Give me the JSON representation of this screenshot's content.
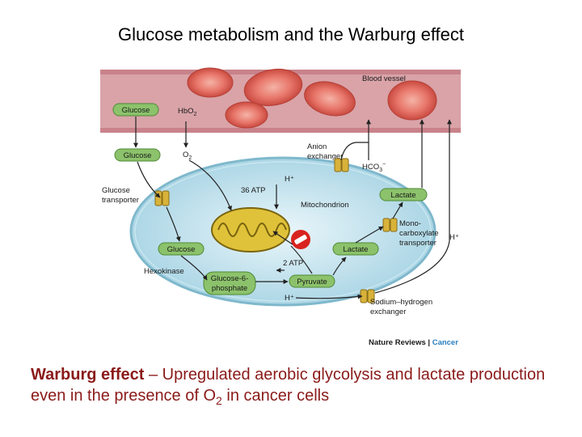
{
  "title": "Glucose metabolism and the Warburg effect",
  "figure": {
    "labels": {
      "blood_vessel": "Blood vessel",
      "glucose_blood": "Glucose",
      "hbo2": "HbO",
      "hbo2_sub": "2",
      "glucose_membrane": "Glucose",
      "o2": "O",
      "o2_sub": "2",
      "anion_exchanger_1": "Anion",
      "anion_exchanger_2": "exchanger",
      "hco3": "HCO",
      "hco3_sub": "3",
      "hco3_sup": "−",
      "h_plus_top": "H⁺",
      "atp36": "36 ATP",
      "mitochondrion": "Mitochondrion",
      "glucose_transporter_1": "Glucose",
      "glucose_transporter_2": "transporter",
      "lactate_outside": "Lactate",
      "mct_1": "Mono-",
      "mct_2": "carboxylate",
      "mct_3": "transporter",
      "h_plus_right": "H⁺",
      "glucose_cell": "Glucose",
      "lactate_cell": "Lactate",
      "hexokinase": "Hexokinase",
      "atp2": "2 ATP",
      "g6p_1": "Glucose-6-",
      "g6p_2": "phosphate",
      "pyruvate": "Pyruvate",
      "h_plus_bottom": "H⁺",
      "nhe_1": "Sodium–hydrogen",
      "nhe_2": "exchanger",
      "credit_1": "Nature Reviews",
      "credit_sep": " | ",
      "credit_2": "Cancer"
    },
    "colors": {
      "vessel": "#c9828a",
      "rbc": "#e8766a",
      "cell": "#aed8e6",
      "nucleus": "#d9eef4",
      "pill": "#8cc26b",
      "mito": "#e0c23a",
      "inhibit": "#d9231f",
      "credit_accent": "#2a7fc1"
    }
  },
  "caption": {
    "bold": "Warburg effect",
    "text_1": " – Upregulated aerobic glycolysis and lactate production even in the presence of O",
    "o2_sub": "2",
    "text_2": " in cancer cells"
  }
}
